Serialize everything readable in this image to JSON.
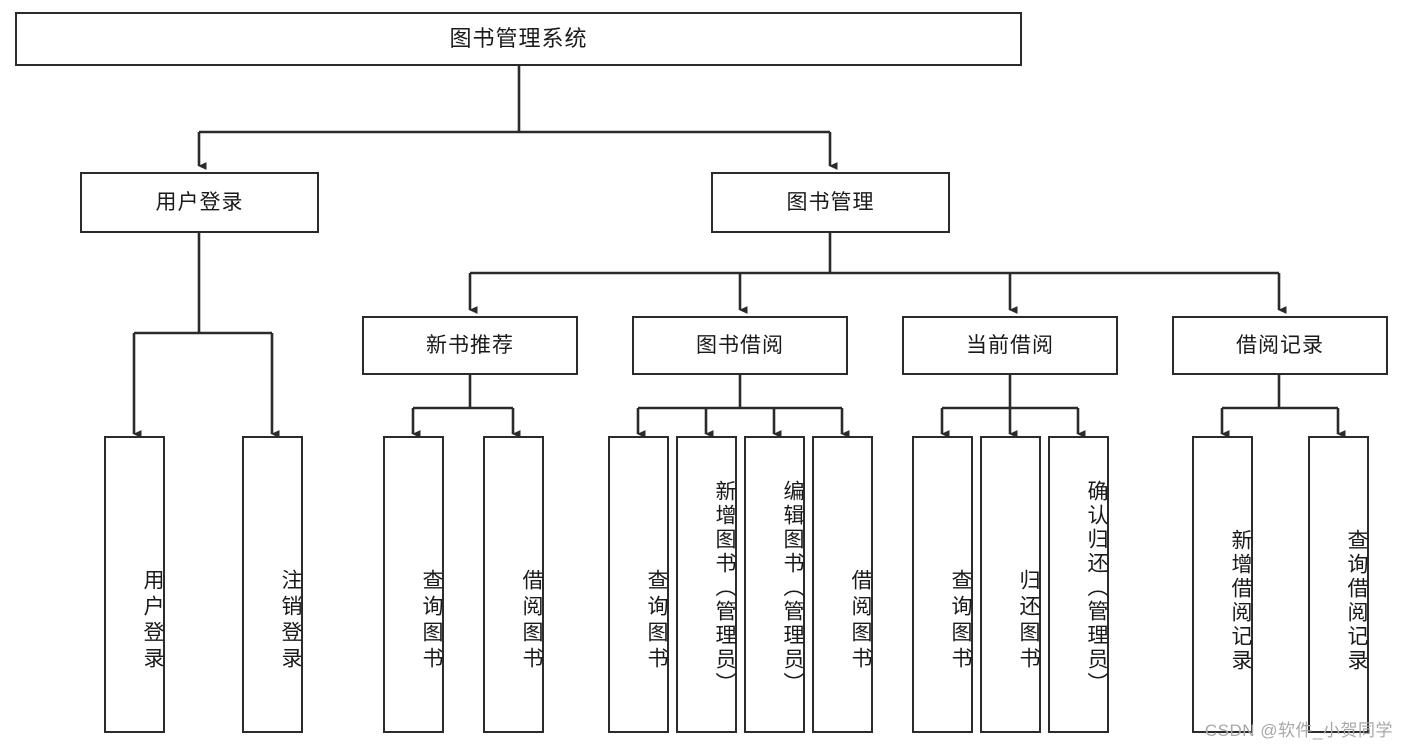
{
  "diagram": {
    "title": "图书管理系统",
    "watermark": "CSDN @软件_小贺同学",
    "colors": {
      "box_border": "#2b2b2b",
      "box_fill": "#ffffff",
      "edge": "#2b2b2b",
      "text": "#1a1a1a",
      "watermark": "#a8a8a8",
      "background": "#ffffff"
    },
    "root": {
      "label": "图书管理系统"
    },
    "level2": [
      {
        "label": "用户登录"
      },
      {
        "label": "图书管理"
      }
    ],
    "level3": [
      {
        "label": "新书推荐",
        "parent": "图书管理"
      },
      {
        "label": "图书借阅",
        "parent": "图书管理"
      },
      {
        "label": "当前借阅",
        "parent": "图书管理"
      },
      {
        "label": "借阅记录",
        "parent": "图书管理"
      }
    ],
    "leaves": [
      {
        "label": "用户登录",
        "parent": "用户登录"
      },
      {
        "label": "注销登录",
        "parent": "用户登录"
      },
      {
        "label": "查询图书",
        "parent": "新书推荐"
      },
      {
        "label": "借阅图书",
        "parent": "新书推荐"
      },
      {
        "label": "查询图书",
        "parent": "图书借阅"
      },
      {
        "label": "新增图书（管理员）",
        "parent": "图书借阅"
      },
      {
        "label": "编辑图书（管理员）",
        "parent": "图书借阅"
      },
      {
        "label": "借阅图书",
        "parent": "图书借阅"
      },
      {
        "label": "查询图书",
        "parent": "当前借阅"
      },
      {
        "label": "归还图书",
        "parent": "当前借阅"
      },
      {
        "label": "确认归还（管理员）",
        "parent": "当前借阅"
      },
      {
        "label": "新增借阅记录",
        "parent": "借阅记录"
      },
      {
        "label": "查询借阅记录",
        "parent": "借阅记录"
      }
    ]
  }
}
